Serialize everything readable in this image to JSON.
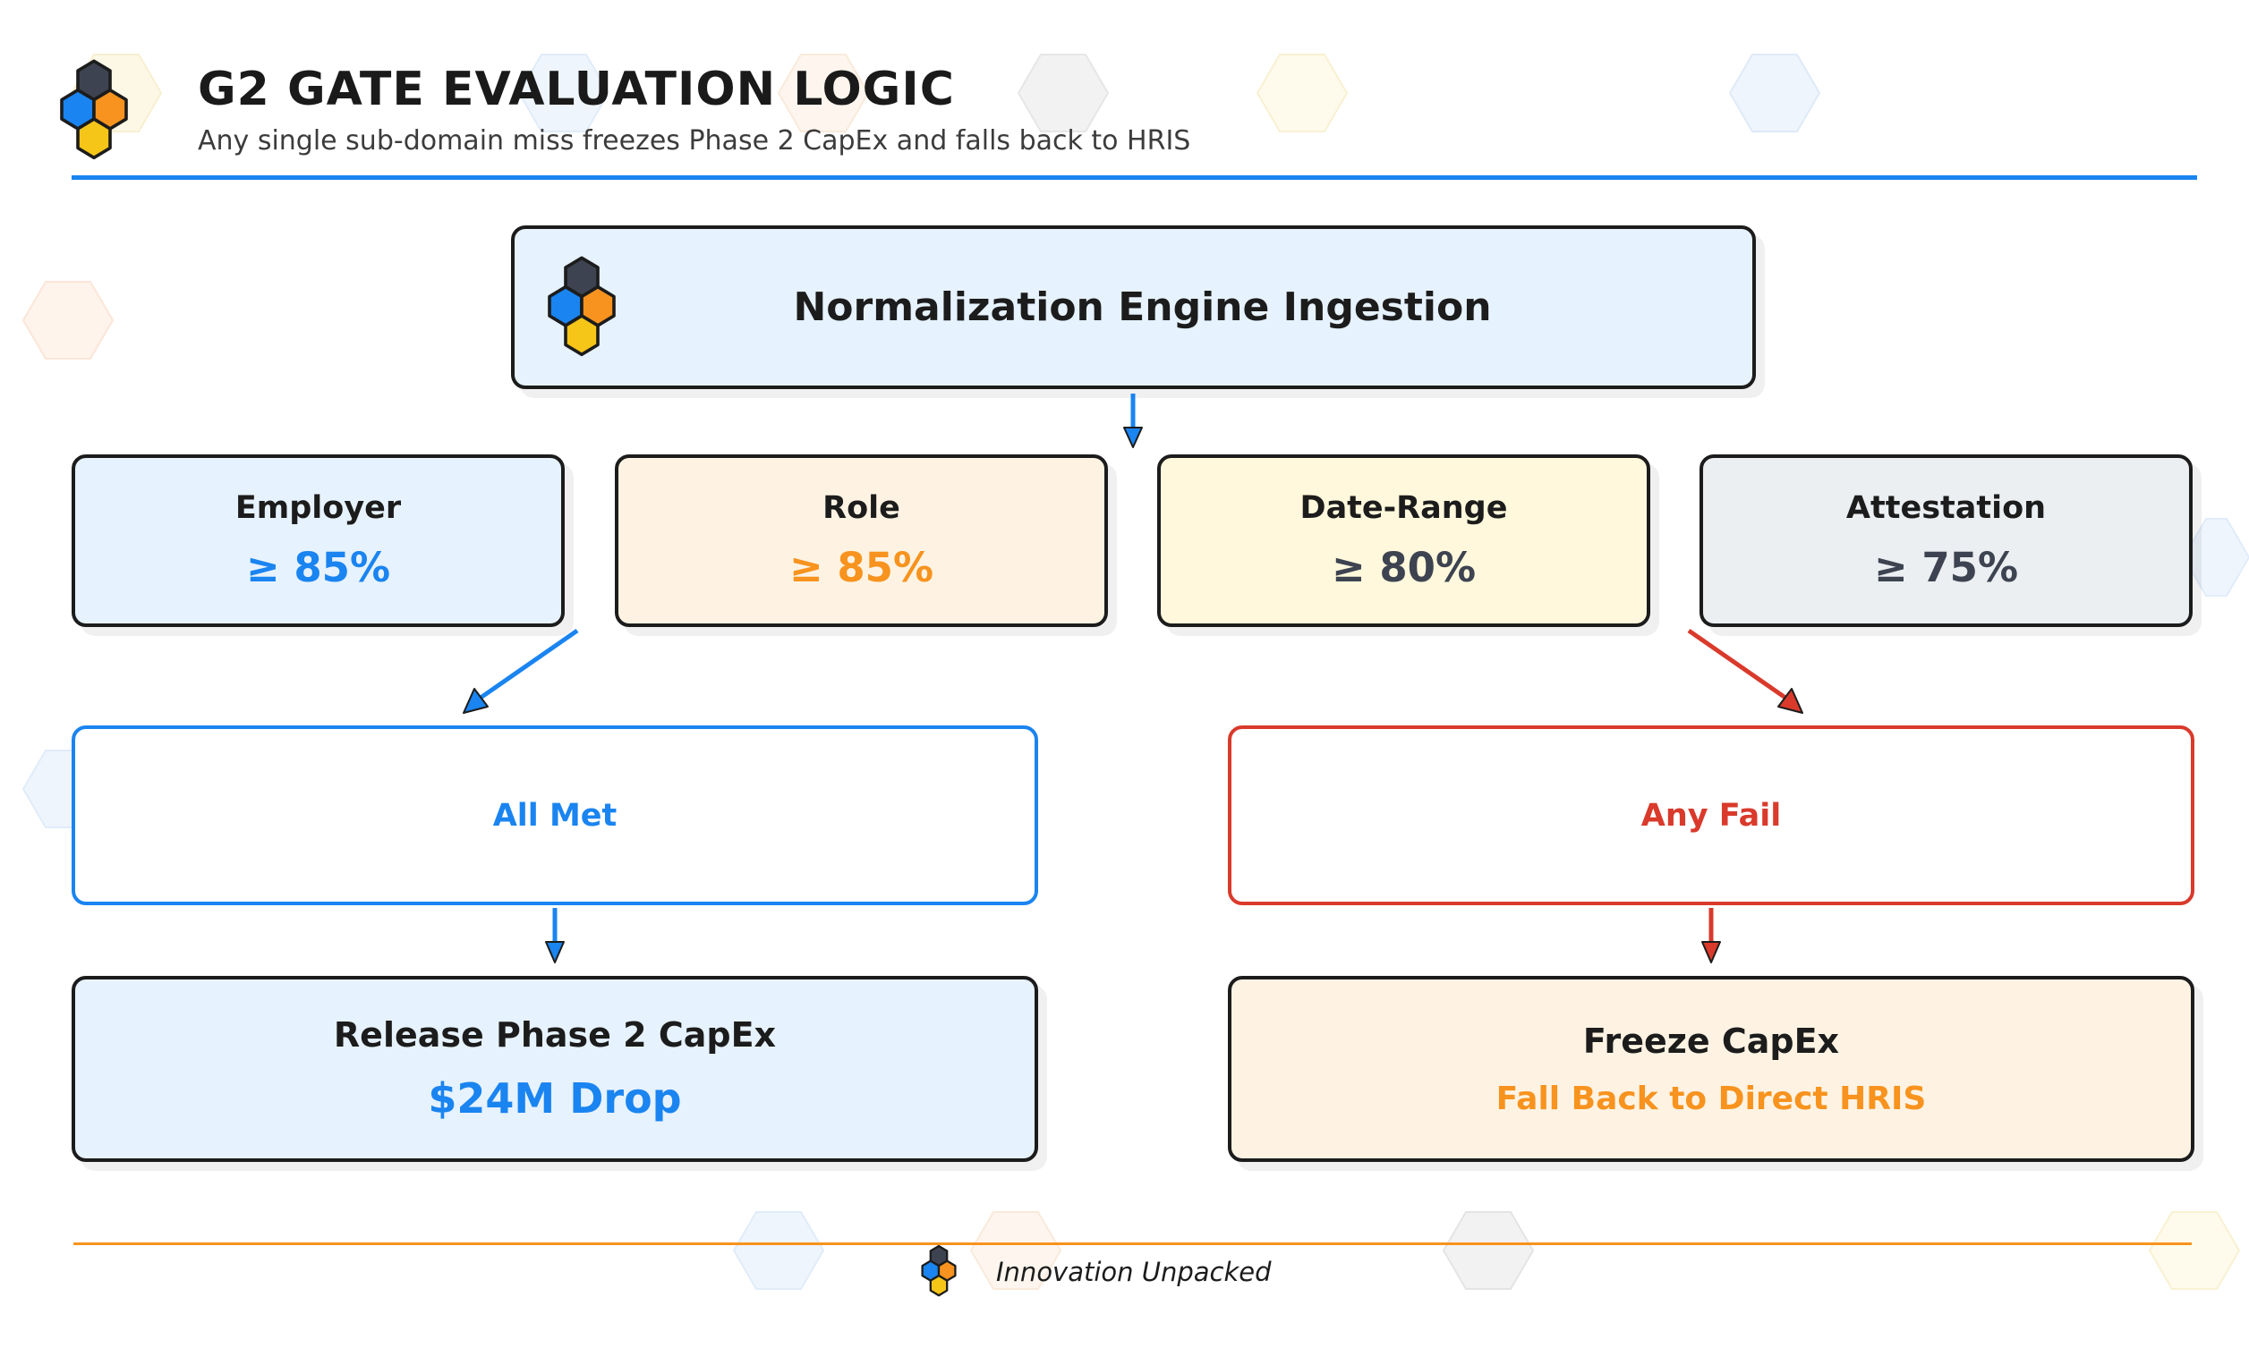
{
  "header": {
    "title": "G2 GATE EVALUATION LOGIC",
    "subtitle": "Any single sub-domain miss freezes Phase 2 CapEx and falls back to HRIS"
  },
  "ingestion": {
    "title": "Normalization Engine Ingestion",
    "logo_icon": "hexagon-cluster-logo-icon"
  },
  "criteria": [
    {
      "label": "Employer",
      "value": "≥ 85%",
      "color": "#1a84f0",
      "fill": "#e6f2fd"
    },
    {
      "label": "Role",
      "value": "≥ 85%",
      "color": "#f7931e",
      "fill": "#fef3e3"
    },
    {
      "label": "Date-Range",
      "value": "≥ 80%",
      "color": "#3d4350",
      "fill": "#fff8dc"
    },
    {
      "label": "Attestation",
      "value": "≥ 75%",
      "color": "#3d4350",
      "fill": "#ebeff2"
    }
  ],
  "branches": {
    "pass": {
      "label": "All Met",
      "color": "#1a84f0"
    },
    "fail": {
      "label": "Any Fail",
      "color": "#d93a2b"
    }
  },
  "outcomes": {
    "release": {
      "title": "Release Phase 2 CapEx",
      "detail": "$24M Drop",
      "detail_color": "#1a84f0"
    },
    "freeze": {
      "title": "Freeze CapEx",
      "detail": "Fall Back to Direct HRIS",
      "detail_color": "#f7931e"
    }
  },
  "footer": {
    "brand": "Innovation Unpacked"
  },
  "colors": {
    "accent_blue": "#1a84f0",
    "accent_orange": "#f7931e",
    "accent_red": "#d93a2b",
    "accent_yellow": "#f5c518",
    "dark": "#3d4350"
  }
}
